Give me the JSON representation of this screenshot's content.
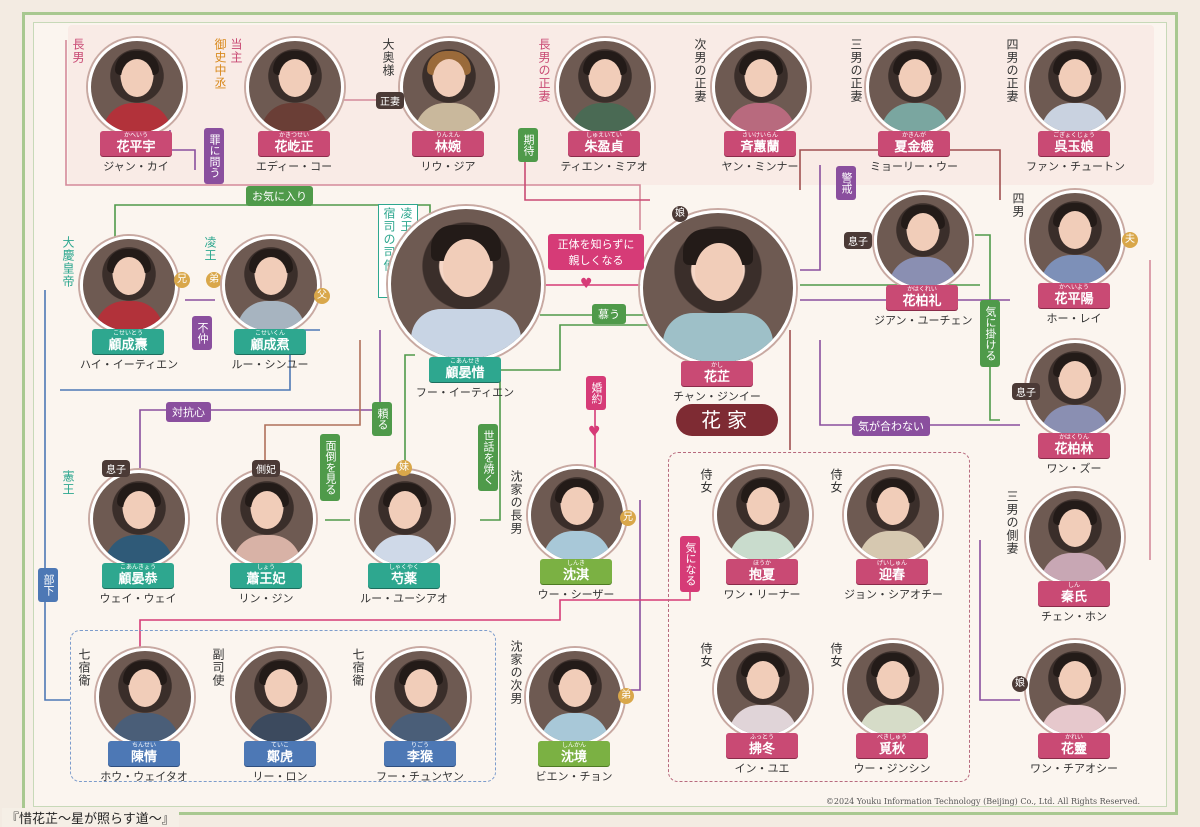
{
  "title": "『惜花芷～星が照らす道～』",
  "copyright": "©2024 Youku Information Technology (Beijing) Co., Ltd. All Rights Reserved.",
  "house_label": "花家",
  "colors": {
    "pink": "#c94a74",
    "teal": "#2ea78f",
    "green": "#7bb143",
    "purple": "#8a4f9e"
  },
  "characters": [
    {
      "id": "jiang",
      "role": "長男",
      "furi": "かへいう",
      "name": "花平宇",
      "actor": "ジャン・カイ",
      "color": "pink"
    },
    {
      "id": "eddie",
      "role": "当主",
      "role2": "御史中丞",
      "furi": "かきつせい",
      "name": "花屹正",
      "actor": "エディー・コー",
      "color": "pink"
    },
    {
      "id": "liu",
      "role": "大奥様",
      "furi": "りんえん",
      "name": "林婉",
      "actor": "リウ・ジア",
      "color": "pink"
    },
    {
      "id": "tian",
      "role": "長男の正妻",
      "furi": "しゅえいてい",
      "name": "朱盈貞",
      "actor": "ティエン・ミアオ",
      "color": "pink"
    },
    {
      "id": "yan",
      "role": "次男の正妻",
      "furi": "さいけいらん",
      "name": "斉蕙蘭",
      "actor": "ヤン・ミンナー",
      "color": "pink"
    },
    {
      "id": "miao",
      "role": "三男の正妻",
      "furi": "かきんが",
      "name": "夏金娥",
      "actor": "ミョーリー・ウー",
      "color": "pink"
    },
    {
      "id": "fang",
      "role": "四男の正妻",
      "furi": "ごぎょくじょう",
      "name": "呉玉娘",
      "actor": "ファン・チュートン",
      "color": "pink"
    },
    {
      "id": "jiaan",
      "role": "息子",
      "furi": "かはくれい",
      "name": "花柏礼",
      "actor": "ジアン・ユーチェン",
      "color": "pink"
    },
    {
      "id": "hou",
      "role": "四男",
      "furi": "かへいよう",
      "name": "花平陽",
      "actor": "ホー・レイ",
      "color": "pink"
    },
    {
      "id": "zhang",
      "role": "",
      "furi": "かし",
      "name": "花芷",
      "actor": "チャン・ジンイー",
      "color": "pink"
    },
    {
      "id": "hu",
      "role": "凌王の世子 七宿司の司使",
      "furi": "こあんせき",
      "name": "顧晏惜",
      "actor": "フー・イーティエン",
      "color": "teal"
    },
    {
      "id": "hai",
      "role": "大慶皇帝",
      "furi": "こせいとう",
      "name": "顧成燾",
      "actor": "ハイ・イーティエン",
      "color": "teal"
    },
    {
      "id": "lu",
      "role": "凌王",
      "furi": "こせいくん",
      "name": "顧成焄",
      "actor": "ルー・シンユー",
      "color": "teal"
    },
    {
      "id": "wan",
      "role": "息子",
      "furi": "かはくりん",
      "name": "花柏林",
      "actor": "ワン・ズー",
      "color": "pink"
    },
    {
      "id": "wei",
      "role": "憲王",
      "furi": "こあんきょう",
      "name": "顧晏恭",
      "actor": "ウェイ・ウェイ",
      "color": "teal"
    },
    {
      "id": "lin",
      "role": "側妃",
      "furi": "しょう",
      "name": "蕭王妃",
      "actor": "リン・ジン",
      "color": "teal"
    },
    {
      "id": "ruyu",
      "role": "妹",
      "furi": "しゃくやく",
      "name": "芍薬",
      "actor": "ルー・ユーシアオ",
      "color": "teal"
    },
    {
      "id": "wuqi",
      "role": "沈家の長男",
      "furi": "しんき",
      "name": "沈淇",
      "actor": "ウー・シーザー",
      "color": "yg"
    },
    {
      "id": "wangli",
      "role": "侍女",
      "furi": "ほうか",
      "name": "抱夏",
      "actor": "ワン・リーナー",
      "color": "pink"
    },
    {
      "id": "zhong",
      "role": "侍女",
      "furi": "げいしゅん",
      "name": "迎春",
      "actor": "ジョン・シアオチー",
      "color": "pink"
    },
    {
      "id": "chen",
      "role": "三男の側妻",
      "furi": "しん",
      "name": "秦氏",
      "actor": "チェン・ホン",
      "color": "pink"
    },
    {
      "id": "houw",
      "role": "七宿衛",
      "furi": "ちんせい",
      "name": "陳情",
      "actor": "ホウ・ウェイタオ",
      "color": "blue"
    },
    {
      "id": "lee",
      "role": "副司使",
      "furi": "ていこ",
      "name": "鄭虎",
      "actor": "リー・ロン",
      "color": "blue"
    },
    {
      "id": "fuc",
      "role": "七宿衛",
      "furi": "りごう",
      "name": "李猴",
      "actor": "フー・チュンヤン",
      "color": "blue"
    },
    {
      "id": "bian",
      "role": "沈家の次男",
      "furi": "しんかん",
      "name": "沈境",
      "actor": "ビエン・チョン",
      "color": "yg"
    },
    {
      "id": "yin",
      "role": "侍女",
      "furi": "ふっとう",
      "name": "拂冬",
      "actor": "イン・ユエ",
      "color": "pink"
    },
    {
      "id": "wujs",
      "role": "侍女",
      "furi": "べきしゅう",
      "name": "覓秋",
      "actor": "ウー・ジンシン",
      "color": "pink"
    },
    {
      "id": "wangq",
      "role": "",
      "furi": "かれい",
      "name": "花靈",
      "actor": "ワン・チアオシー",
      "color": "pink"
    }
  ],
  "labels": {
    "tsumi": "罪に問う",
    "okini": "お気に入り",
    "kitai": "期待",
    "shoutai": "正体を知らずに親しくなる",
    "shitau": "慕う",
    "keikai": "警戒",
    "kinikakeru": "気に掛ける",
    "fuchu": "不仲",
    "taikoushin": "対抗心",
    "kiga": "気が合わない",
    "kon": "婚約",
    "tayoru": "頼る",
    "mendou": "面倒を見る",
    "sewa": "世話を焼く",
    "kininaru": "気になる",
    "buka": "部下",
    "seisai": "正妻",
    "ani": "兄",
    "otouto": "弟",
    "chichi": "父",
    "musume": "娘",
    "otto": "夫",
    "imouto": "妹",
    "musuko": "息子"
  }
}
